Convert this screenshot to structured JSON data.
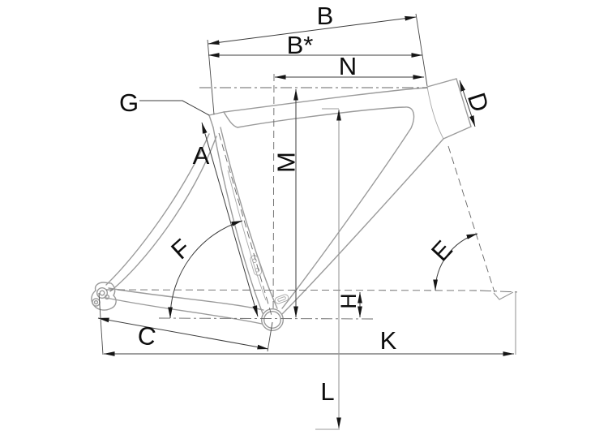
{
  "diagram": {
    "type": "bicycle-frame-geometry-drawing",
    "labels": {
      "b": "B",
      "b_star": "B*",
      "n": "N",
      "g": "G",
      "a": "A",
      "d": "D",
      "m": "M",
      "f": "F",
      "e": "E",
      "h": "H",
      "c": "C",
      "k": "K",
      "l": "L"
    },
    "colors": {
      "background": "#ffffff",
      "frame_outline": "#9b9b9b",
      "dimension_lines": "#3c3c3c",
      "reference_lines": "#666666",
      "auxiliary_lines": "#999999",
      "labels": "#0d0d0d"
    }
  }
}
